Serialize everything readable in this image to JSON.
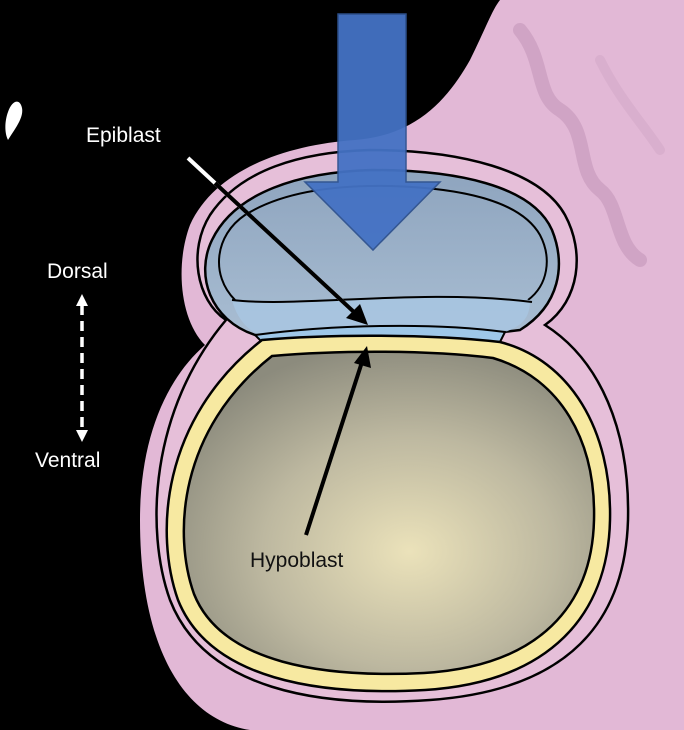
{
  "labels": {
    "epiblast": "Epiblast",
    "hypoblast": "Hypoblast",
    "dorsal": "Dorsal",
    "ventral": "Ventral"
  },
  "colors": {
    "background": "#000000",
    "outer_tissue": "#e2b8d6",
    "amniotic_cavity": "#9db2c9",
    "epiblast_layer": "#9ec7e8",
    "hypoblast_layer": "#f7e9a1",
    "yolk_center": "#eae0b8",
    "yolk_edge": "#8f8f7f",
    "force_arrow": "#4472c4",
    "pointer_epiblast": "#ffffff",
    "pointer_hypoblast": "#111111"
  }
}
